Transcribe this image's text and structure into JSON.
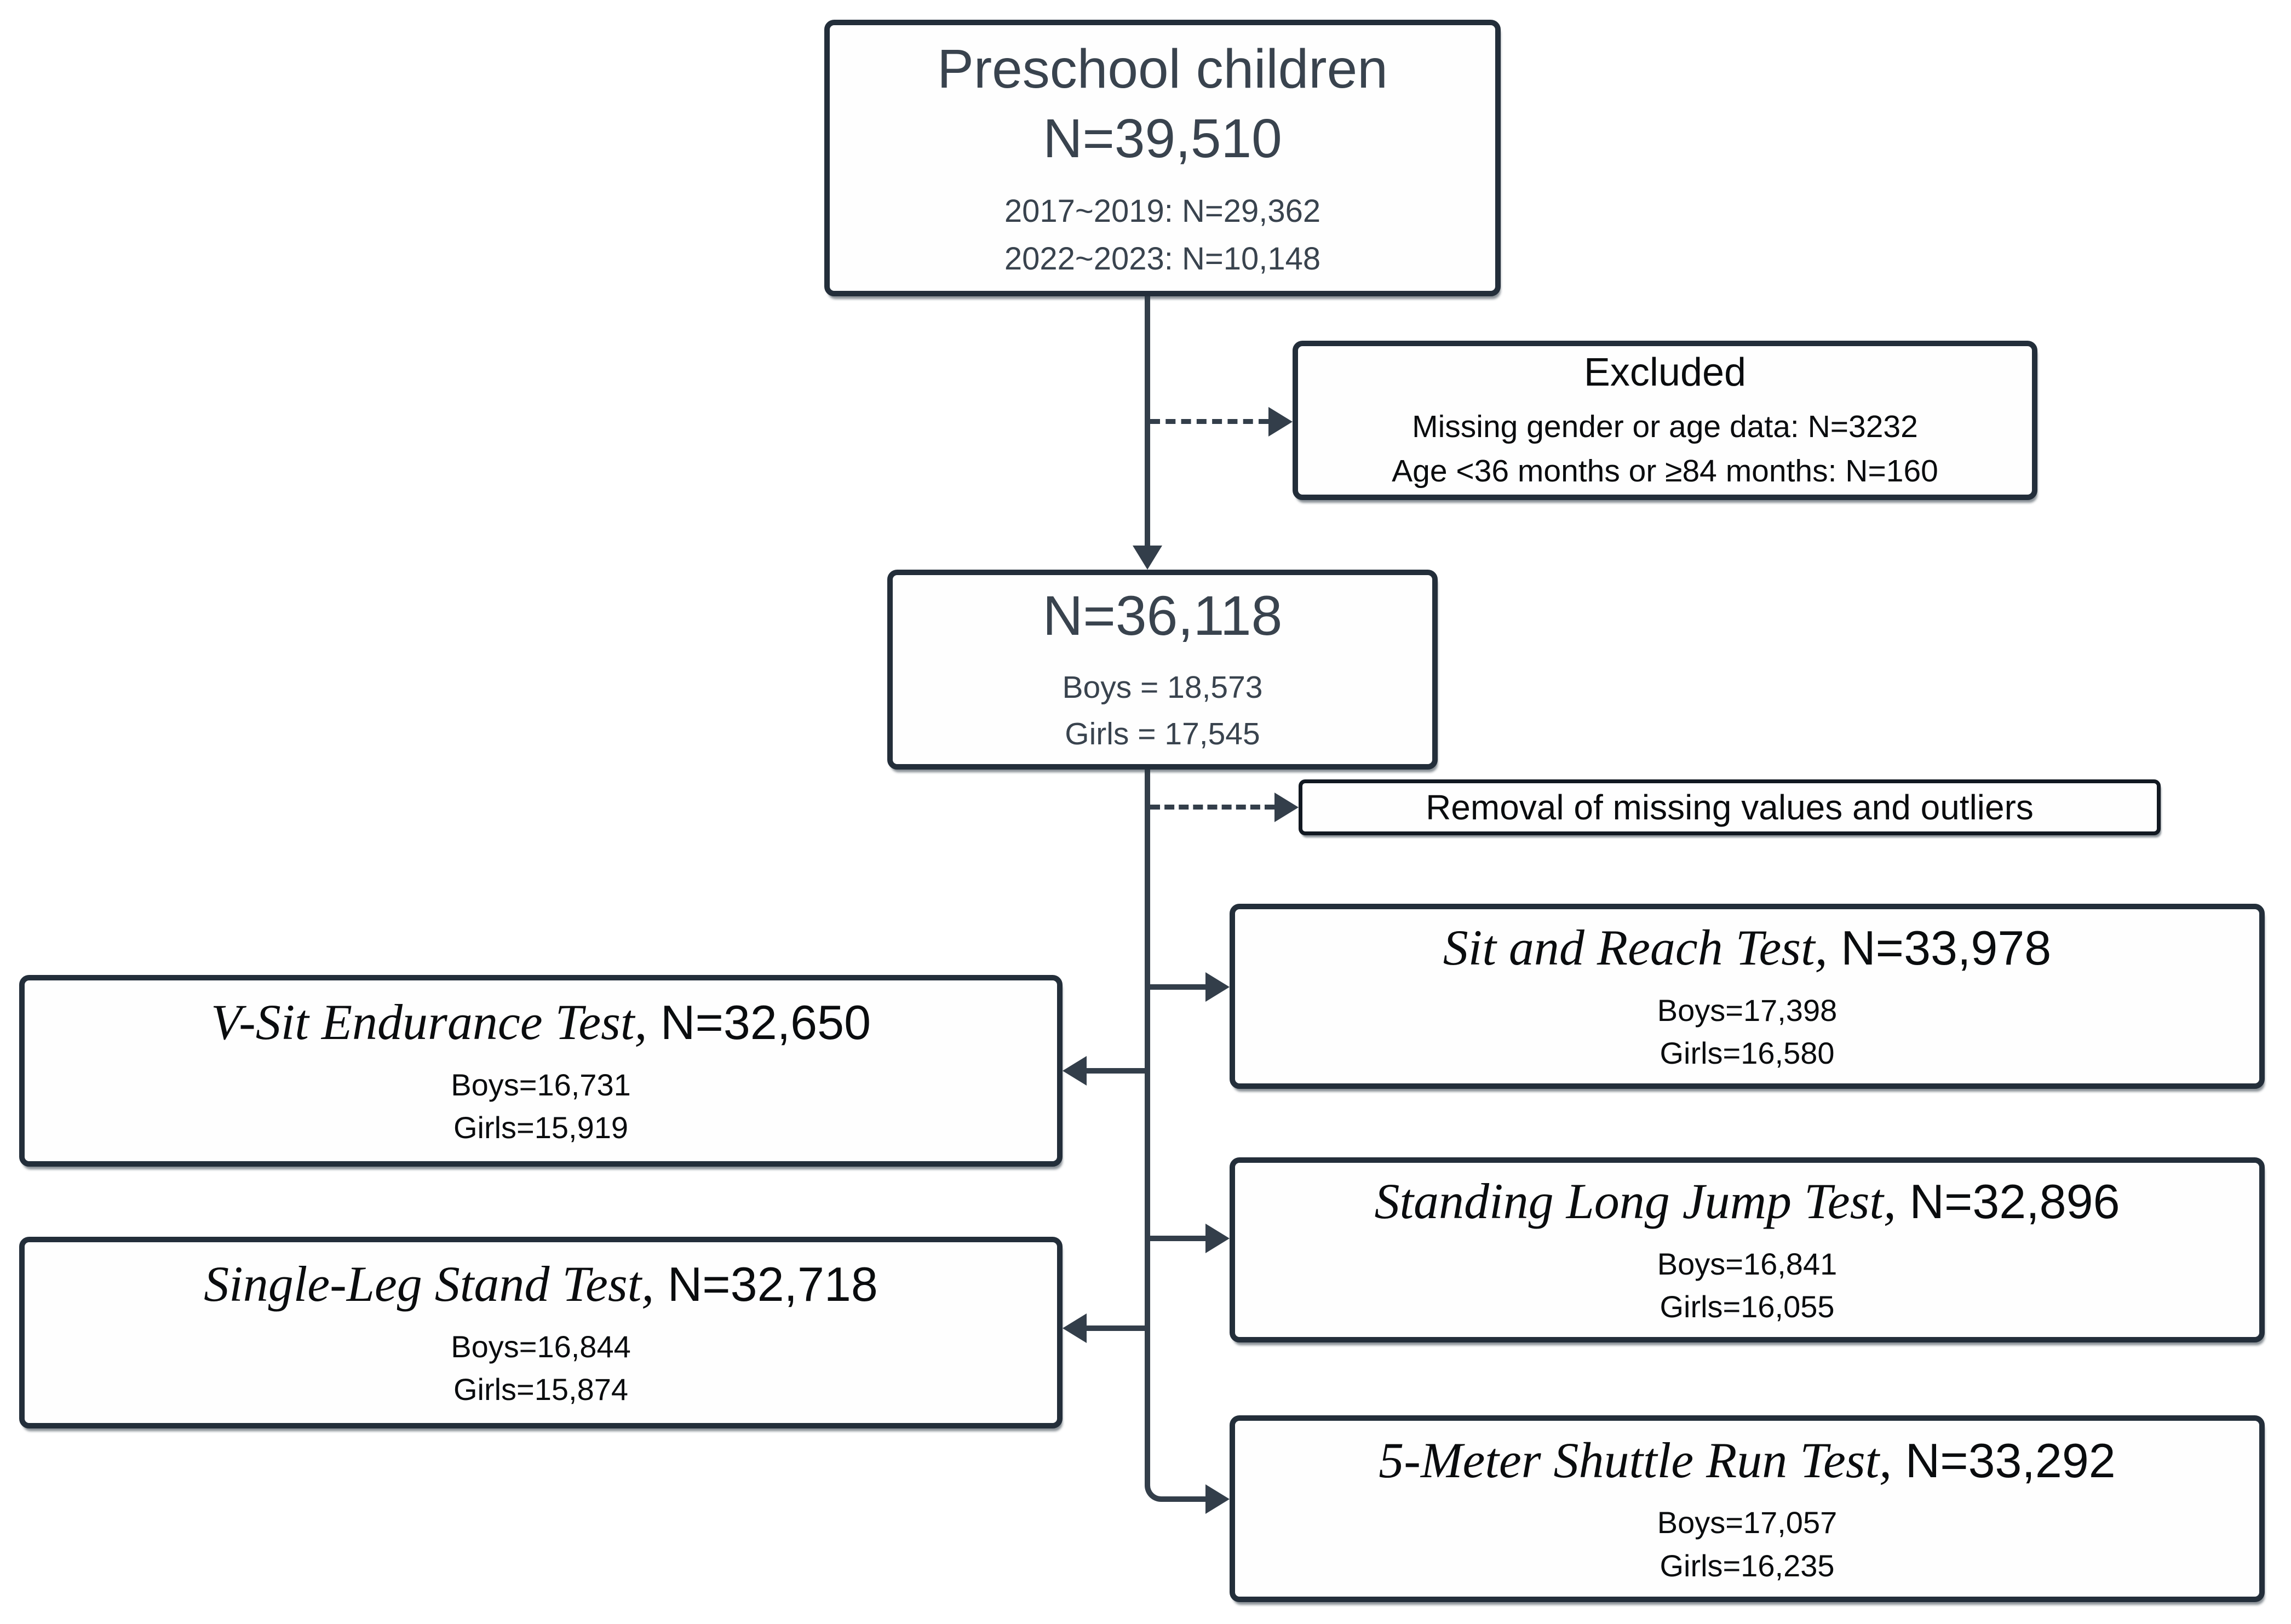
{
  "colors": {
    "background": "#ffffff",
    "box_border": "#232e3a",
    "connector": "#333e4a",
    "slate_text": "#39434e",
    "black_text": "#0a0c0e"
  },
  "flowchart": {
    "source": {
      "title": "Preschool children",
      "n": "N=39,510",
      "details": [
        "2017~2019: N=29,362",
        "2022~2023: N=10,148"
      ]
    },
    "excluded": {
      "title": "Excluded",
      "details": [
        "Missing gender or age data: N=3232",
        "Age <36 months or ≥84 months: N=160"
      ]
    },
    "eligible": {
      "n": "N=36,118",
      "details": [
        "Boys = 18,573",
        "Girls = 17,545"
      ]
    },
    "removal": {
      "label": "Removal of missing values and outliers"
    },
    "tests": [
      {
        "name": "Sit and Reach Test,",
        "n": "N=33,978",
        "boys": "Boys=17,398",
        "girls": "Girls=16,580",
        "side": "right"
      },
      {
        "name": "V-Sit Endurance Test,",
        "n": "N=32,650",
        "boys": "Boys=16,731",
        "girls": "Girls=15,919",
        "side": "left"
      },
      {
        "name": "Standing Long Jump Test,",
        "n": "N=32,896",
        "boys": "Boys=16,841",
        "girls": "Girls=16,055",
        "side": "right"
      },
      {
        "name": "Single-Leg Stand Test,",
        "n": "N=32,718",
        "boys": "Boys=16,844",
        "girls": "Girls=15,874",
        "side": "left"
      },
      {
        "name": "5-Meter Shuttle Run Test,",
        "n": "N=33,292",
        "boys": "Boys=17,057",
        "girls": "Girls=16,235",
        "side": "right"
      }
    ]
  }
}
